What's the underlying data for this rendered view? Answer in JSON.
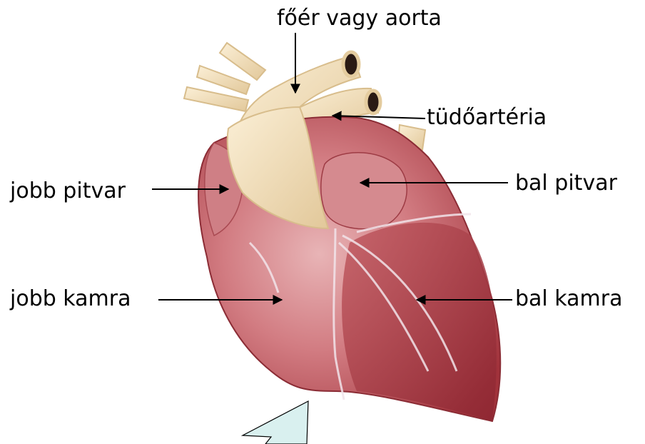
{
  "labels": {
    "aorta": "főér vagy aorta",
    "pulmonary_artery": "tüdőartéria",
    "right_atrium": "jobb pitvar",
    "left_atrium": "bal pitvar",
    "right_ventricle": "jobb kamra",
    "left_ventricle": "bal kamra"
  },
  "colors": {
    "background": "#ffffff",
    "vessel": "#f0dcb4",
    "heart_dark": "#a8343c",
    "heart_light": "#d98d92",
    "callout_fill": "#d9f0ef",
    "arrow": "#000000"
  }
}
